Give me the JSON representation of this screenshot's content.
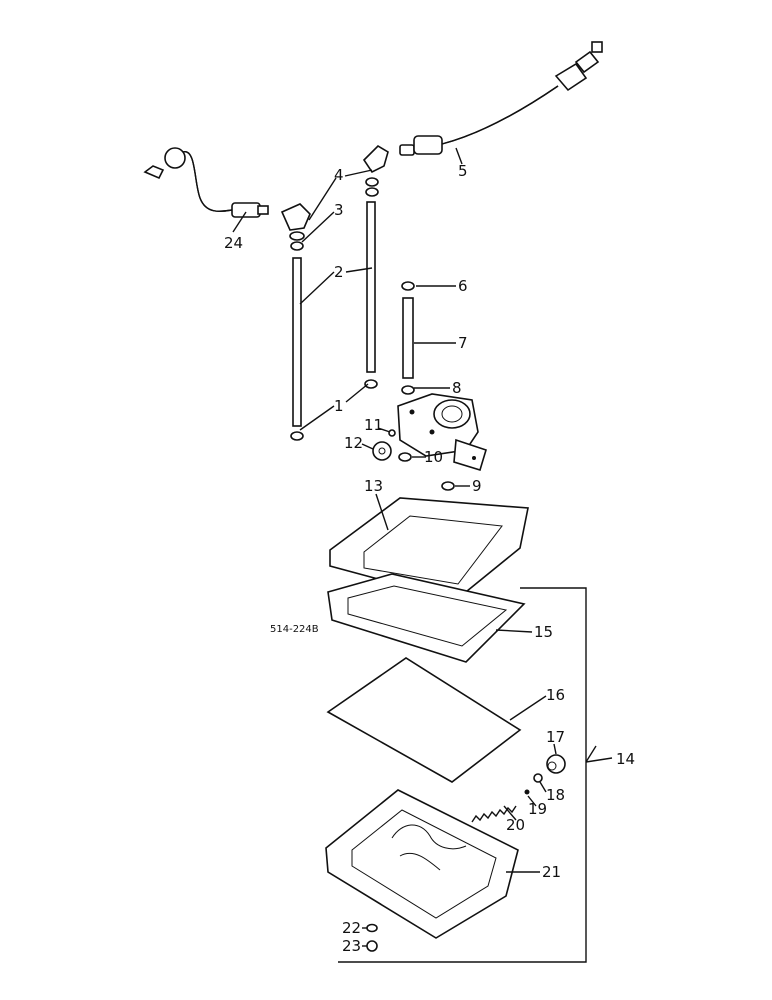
{
  "diagram": {
    "reference_code": "514-224B",
    "callouts": [
      "1",
      "2",
      "3",
      "4",
      "5",
      "6",
      "7",
      "8",
      "9",
      "10",
      "11",
      "12",
      "13",
      "14",
      "15",
      "16",
      "17",
      "18",
      "19",
      "20",
      "21",
      "22",
      "23",
      "24"
    ]
  }
}
